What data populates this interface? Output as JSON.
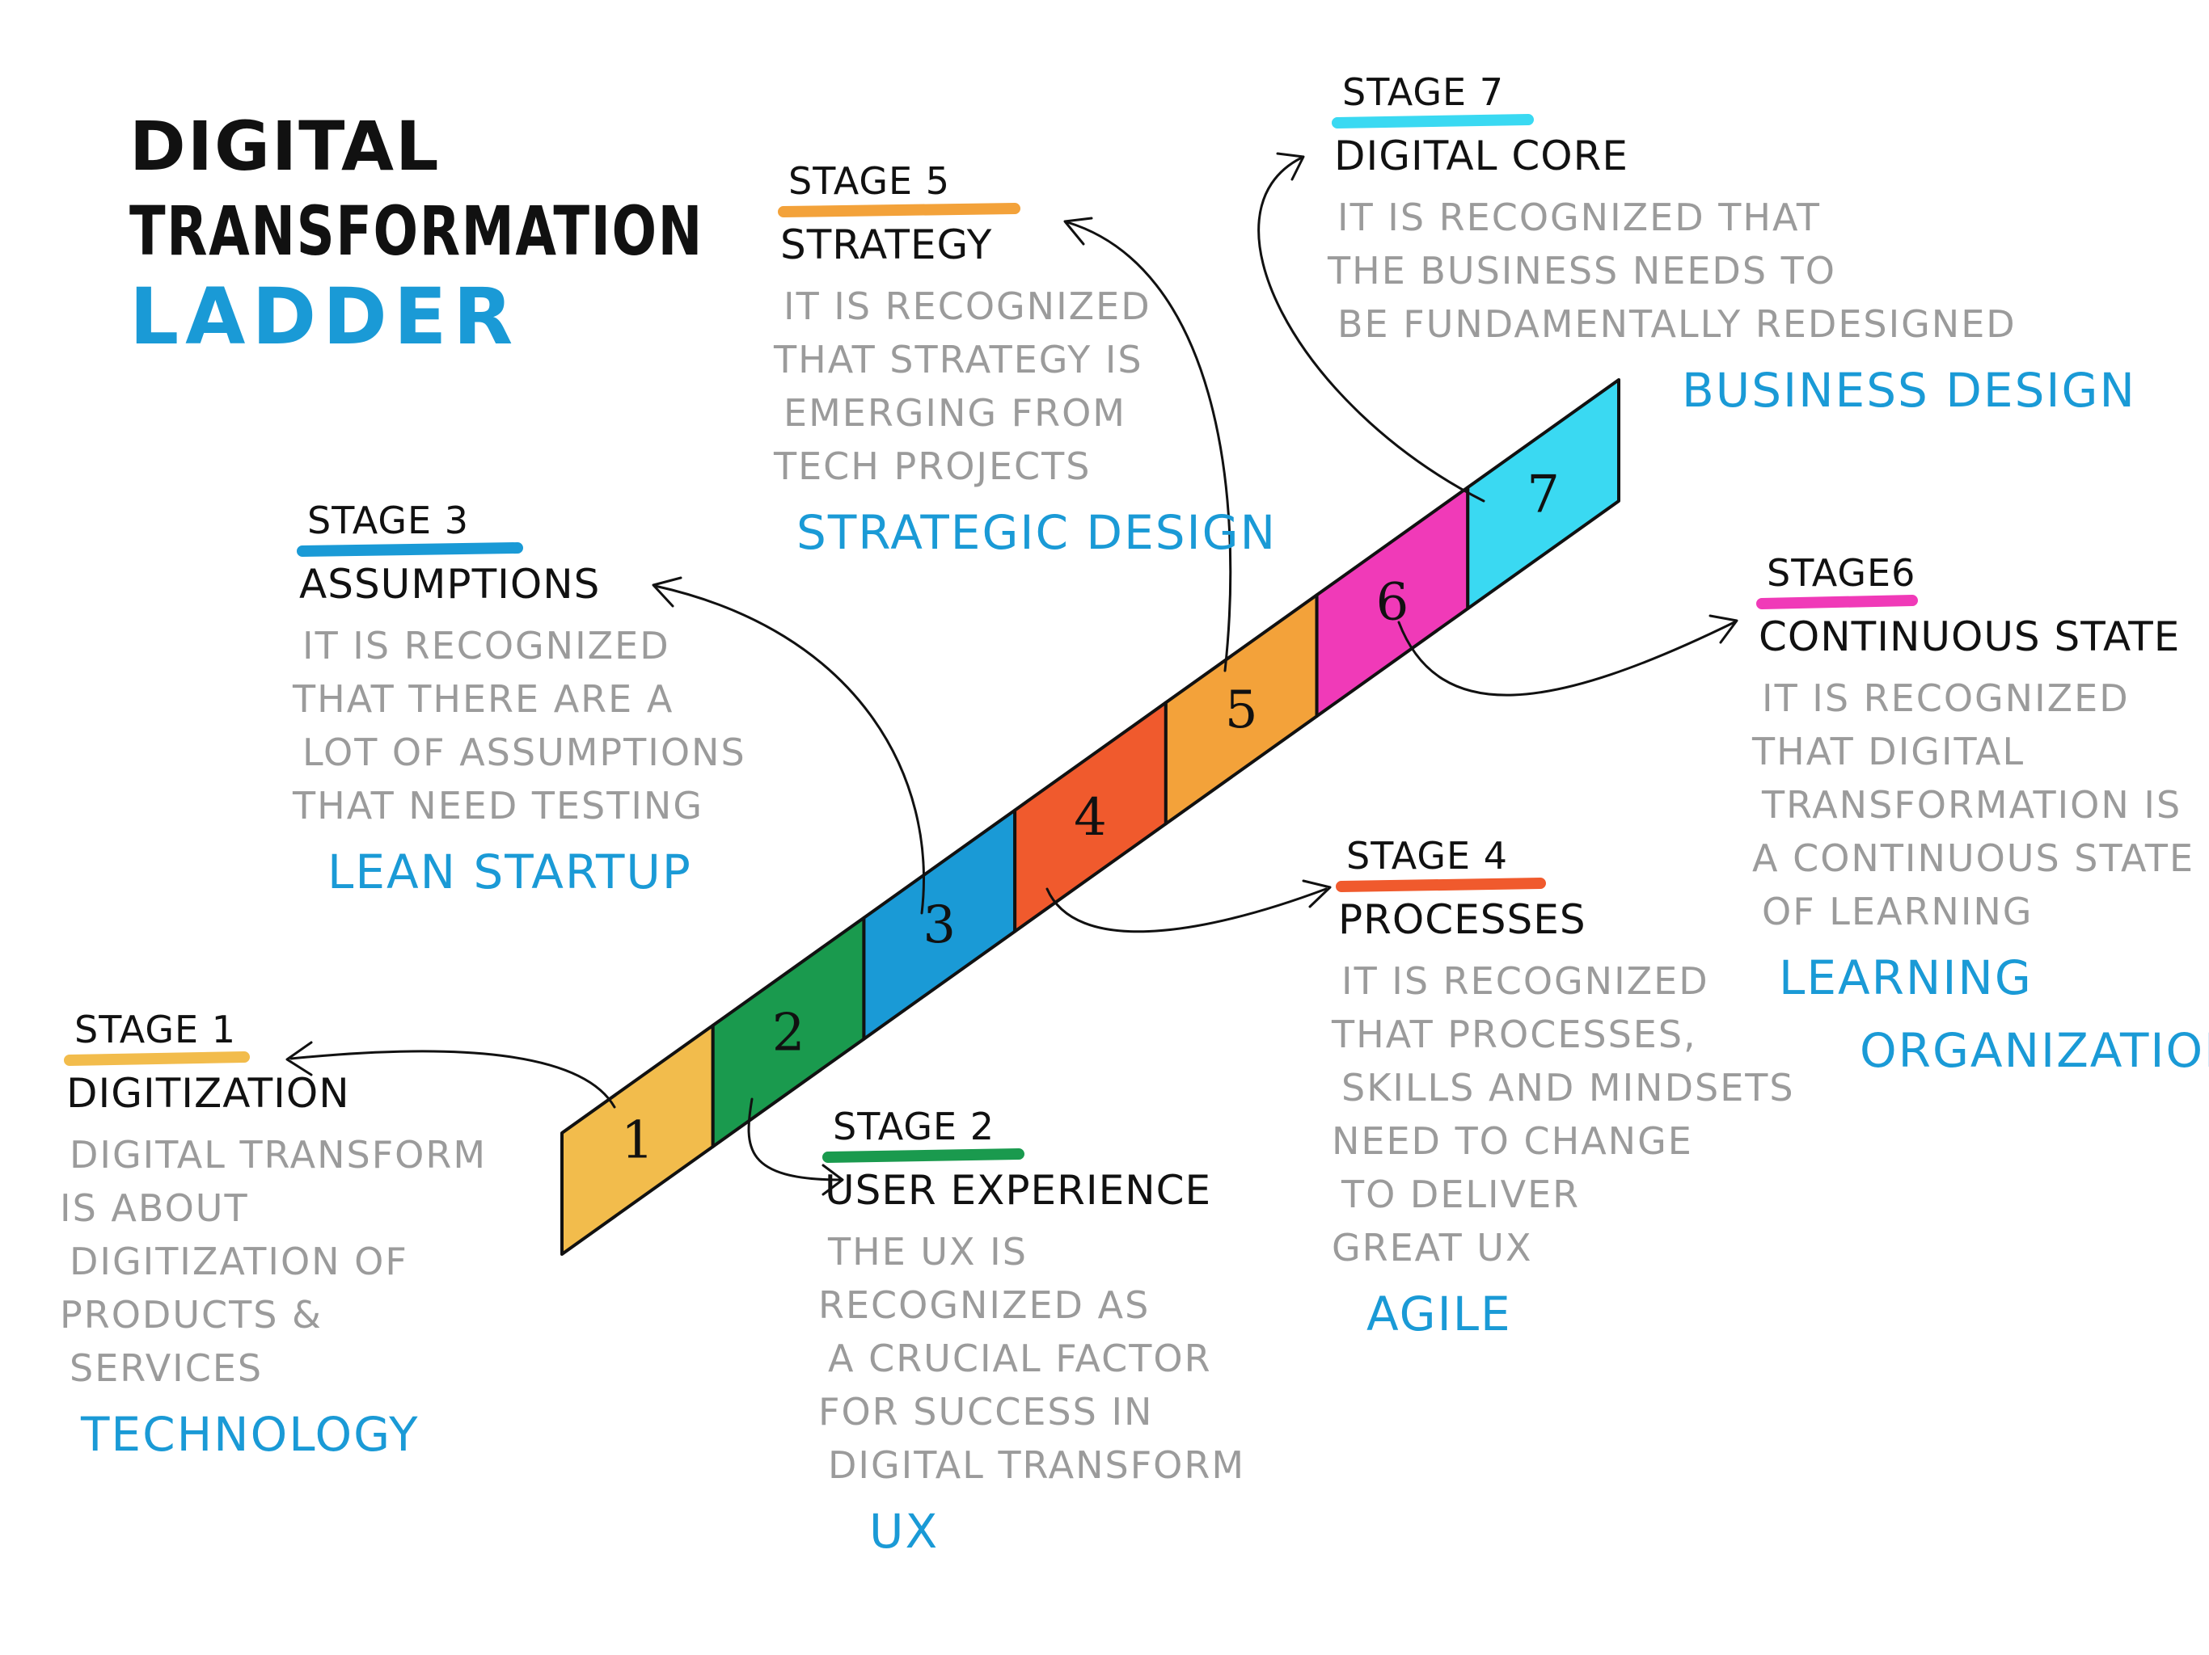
{
  "title": {
    "line1": "DIGITAL",
    "line2": "TRANSFORMATION",
    "line3": "LADDER"
  },
  "colors": {
    "accent_blue": "#1a9ad6",
    "stage1": "#f2bc4c",
    "stage2": "#1a9a4e",
    "stage3": "#1a9ad6",
    "stage4": "#f05a2d",
    "stage5": "#f3a23a",
    "stage6": "#f03ab8",
    "stage7": "#3ad9f2",
    "description_gray": "#9b9b9b"
  },
  "stages": [
    {
      "number": "1",
      "label": "STAGE 1",
      "name": "DIGITIZATION",
      "description": [
        "DIGITAL TRANSFORM",
        "IS ABOUT",
        "DIGITIZATION OF",
        "PRODUCTS &",
        "SERVICES"
      ],
      "theme": "TECHNOLOGY"
    },
    {
      "number": "2",
      "label": "STAGE 2",
      "name": "USER EXPERIENCE",
      "description": [
        "THE UX IS",
        "RECOGNIZED AS",
        "A CRUCIAL FACTOR",
        "FOR SUCCESS IN",
        "DIGITAL TRANSFORM"
      ],
      "theme": "UX"
    },
    {
      "number": "3",
      "label": "STAGE 3",
      "name": "ASSUMPTIONS",
      "description": [
        "IT IS RECOGNIZED",
        "THAT THERE ARE A",
        "LOT OF ASSUMPTIONS",
        "THAT NEED TESTING"
      ],
      "theme": "LEAN STARTUP"
    },
    {
      "number": "4",
      "label": "STAGE 4",
      "name": "PROCESSES",
      "description": [
        "IT IS RECOGNIZED",
        "THAT PROCESSES,",
        "SKILLS AND MINDSETS",
        "NEED TO CHANGE",
        "TO DELIVER",
        "GREAT UX"
      ],
      "theme": "AGILE"
    },
    {
      "number": "5",
      "label": "STAGE 5",
      "name": "STRATEGY",
      "description": [
        "IT IS RECOGNIZED",
        "THAT STRATEGY IS",
        "EMERGING FROM",
        "TECH PROJECTS"
      ],
      "theme": "STRATEGIC DESIGN"
    },
    {
      "number": "6",
      "label": "STAGE6",
      "name": "CONTINUOUS STATE",
      "description": [
        "IT IS RECOGNIZED",
        "THAT DIGITAL",
        "TRANSFORMATION IS",
        "A CONTINUOUS STATE",
        "OF LEARNING"
      ],
      "theme": [
        "LEARNING",
        "ORGANIZATION"
      ]
    },
    {
      "number": "7",
      "label": "STAGE 7",
      "name": "DIGITAL CORE",
      "description": [
        "IT IS RECOGNIZED THAT",
        "THE BUSINESS NEEDS TO",
        "BE FUNDAMENTALLY REDESIGNED"
      ],
      "theme": "BUSINESS DESIGN"
    }
  ]
}
